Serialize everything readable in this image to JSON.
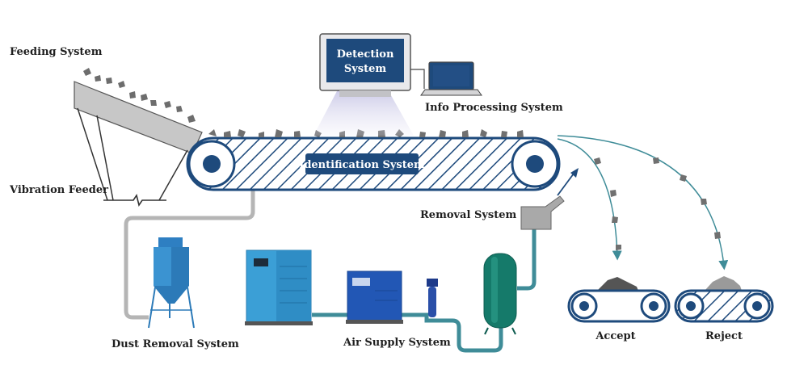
{
  "labels": {
    "feeding_system": "Feeding System",
    "vibration_feeder": "Vibration Feeder",
    "detection_system_line1": "Detection",
    "detection_system_line2": "System",
    "info_processing_system": "Info Processing System",
    "identification_system": "Identification System",
    "removal_system": "Removal System",
    "dust_removal_system": "Dust Removal System",
    "air_supply_system": "Air Supply System",
    "accept": "Accept",
    "reject": "Reject"
  },
  "colors": {
    "navy": "#1e4a7c",
    "teal": "#3f8c98",
    "grey_line": "#b5b5b5",
    "machine_blue": "#3b9fd6",
    "dryer_blue": "#2257b5",
    "tank_green": "#157a6a"
  }
}
